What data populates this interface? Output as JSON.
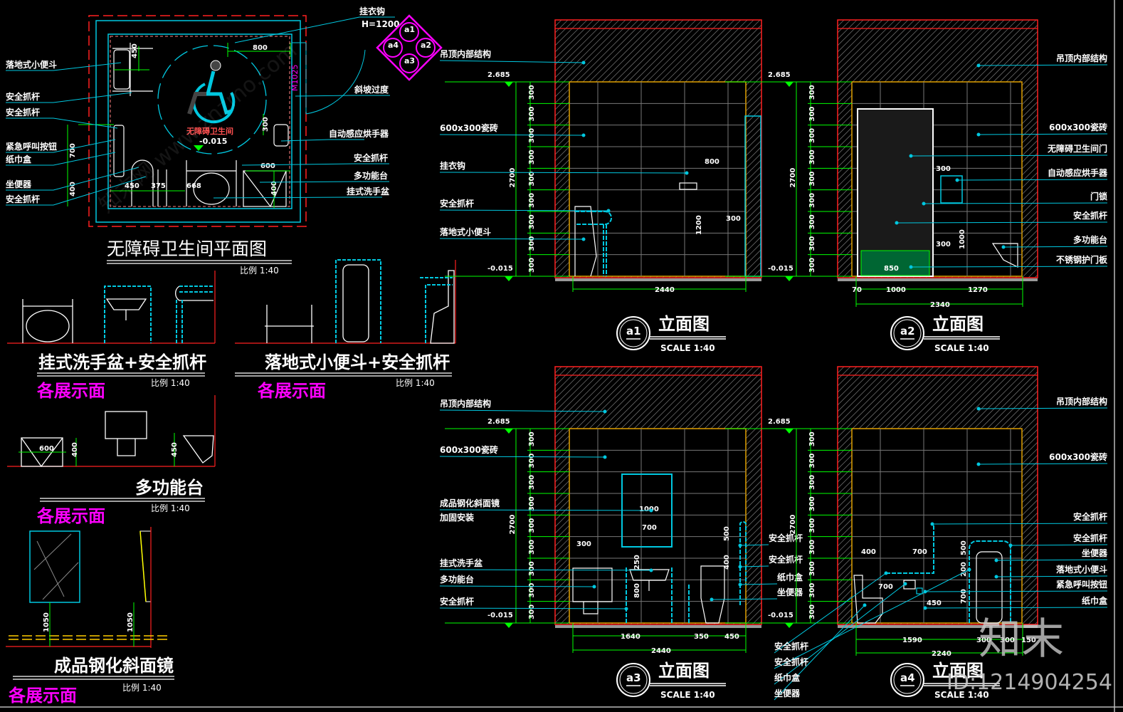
{
  "plan": {
    "title": "无障碍卫生间平面图",
    "scale": "比例 1:40",
    "room_label": "无障碍卫生间",
    "level": "-0.015",
    "door_tag": "M1025",
    "left_labels": [
      "落地式小便斗",
      "安全抓杆",
      "安全抓杆",
      "紧急呼叫按钮",
      "纸巾盒",
      "坐便器",
      "安全抓杆"
    ],
    "right_labels": [
      "挂衣钩",
      "H=1200",
      "斜坡过度",
      "自动感应烘手器",
      "安全抓杆",
      "多功能台",
      "挂式洗手盆"
    ],
    "dims": [
      "800",
      "450",
      "300",
      "700",
      "400",
      "450",
      "375",
      "668",
      "600",
      "400"
    ]
  },
  "index_symbol": {
    "color": "#ff00ff",
    "items": [
      "a1",
      "a2",
      "a3",
      "a4"
    ]
  },
  "details": [
    {
      "title": "挂式洗手盆+安全抓杆",
      "subtitle": "各展示面",
      "scale": "比例 1:40"
    },
    {
      "title": "落地式小便斗+安全抓杆",
      "subtitle": "各展示面",
      "scale": "比例 1:40"
    },
    {
      "title": "多功能台",
      "subtitle": "各展示面",
      "scale": "比例 1:40",
      "dims": [
        "600",
        "400",
        "450"
      ]
    },
    {
      "title": "成品钢化斜面镜",
      "subtitle": "各展示面",
      "scale": "比例 1:40",
      "dims": [
        "1050",
        "1050"
      ]
    }
  ],
  "elevations": [
    {
      "id": "a1",
      "title": "立面图",
      "scale": "SCALE 1:40",
      "level_top": "2.685",
      "level_bottom": "-0.015",
      "height": "2700",
      "rows": [
        "300",
        "300",
        "300",
        "300",
        "300",
        "300",
        "300",
        "300",
        "300"
      ],
      "labels": [
        "吊顶内部结构",
        "600x300瓷砖",
        "挂衣钩",
        "安全抓杆",
        "落地式小便斗"
      ],
      "bottom_dims": [
        "2440"
      ],
      "inner_dims": [
        "800",
        "1200",
        "300"
      ]
    },
    {
      "id": "a2",
      "title": "立面图",
      "scale": "SCALE 1:40",
      "level_top": "2.685",
      "level_bottom": "-0.015",
      "height": "2700",
      "rows": [
        "300",
        "300",
        "300",
        "300",
        "300",
        "300",
        "300",
        "300",
        "300"
      ],
      "labels": [
        "吊顶内部结构",
        "600x300瓷砖",
        "无障碍卫生间门",
        "自动感应烘手器",
        "门锁",
        "安全抓杆",
        "多功能台",
        "不锈钢护门板"
      ],
      "bottom_dims": [
        "70",
        "1000",
        "1270",
        "2340"
      ],
      "inner_dims": [
        "300",
        "300",
        "1000",
        "850"
      ]
    },
    {
      "id": "a3",
      "title": "立面图",
      "scale": "SCALE 1:40",
      "level_top": "2.685",
      "level_bottom": "-0.015",
      "height": "2700",
      "rows": [
        "300",
        "300",
        "300",
        "300",
        "300",
        "300",
        "300",
        "300",
        "300"
      ],
      "labels": [
        "吊顶内部结构",
        "600x300瓷砖",
        "成品钢化斜面镜",
        "加固安装",
        "挂式洗手盆",
        "多功能台",
        "安全抓杆",
        "安全抓杆",
        "安全抓杆",
        "纸巾盒",
        "坐便器"
      ],
      "bottom_dims": [
        "1640",
        "350",
        "450",
        "2440"
      ],
      "inner_dims": [
        "1000",
        "700",
        "300",
        "250",
        "800",
        "500",
        "400"
      ]
    },
    {
      "id": "a4",
      "title": "立面图",
      "scale": "SCALE 1:40",
      "level_top": "2.685",
      "level_bottom": "-0.015",
      "height": "2700",
      "rows": [
        "300",
        "300",
        "300",
        "300",
        "300",
        "300",
        "300",
        "300",
        "300"
      ],
      "labels": [
        "吊顶内部结构",
        "600x300瓷砖",
        "安全抓杆",
        "安全抓杆",
        "坐便器",
        "落地式小便斗",
        "紧急呼叫按钮",
        "纸巾盒",
        "安全抓杆",
        "安全抓杆",
        "纸巾盒",
        "坐便器"
      ],
      "bottom_dims": [
        "1590",
        "300",
        "300",
        "150",
        "2240"
      ],
      "inner_dims": [
        "400",
        "700",
        "700",
        "500",
        "200",
        "700",
        "450"
      ]
    }
  ],
  "watermark": {
    "brand": "知末",
    "id": "ID:1214904254",
    "site": "知末网 www.znzmo.com"
  }
}
